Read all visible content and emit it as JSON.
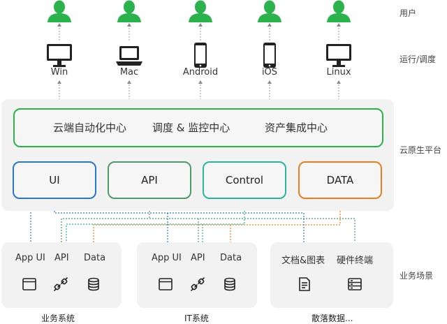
{
  "layers": {
    "users": "用户",
    "runtime": "运行/调度",
    "cloud_platform": "云原生平台",
    "business": "业务场景"
  },
  "devices": [
    {
      "label": "Win",
      "icon": "monitor-icon"
    },
    {
      "label": "Mac",
      "icon": "laptop-icon"
    },
    {
      "label": "Android",
      "icon": "phone-icon"
    },
    {
      "label": "iOS",
      "icon": "phone-icon"
    },
    {
      "label": "Linux",
      "icon": "monitor-icon"
    }
  ],
  "platform": {
    "services": [
      "云端自动化中心",
      "调度 & 监控中心",
      "资产集成中心"
    ],
    "components": [
      "UI",
      "API",
      "Control",
      "DATA"
    ]
  },
  "systems": [
    {
      "name": "业务系统",
      "items": [
        "App UI",
        "API",
        "Data"
      ]
    },
    {
      "name": "IT系统",
      "items": [
        "App UI",
        "API",
        "Data"
      ]
    },
    {
      "name": "散落数据...",
      "items": [
        "文档&图表",
        "硬件终端"
      ]
    }
  ],
  "colors": {
    "green": "#2bb24c",
    "blue": "#2a77c7",
    "dark_green": "#4e9a6a",
    "teal": "#2fb39a",
    "orange": "#e97e22",
    "panel": "#f2f2f2"
  }
}
